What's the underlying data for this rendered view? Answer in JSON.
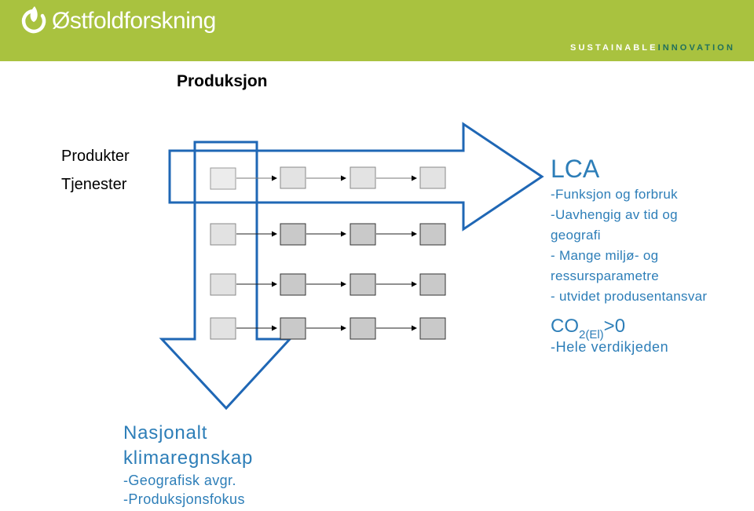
{
  "header": {
    "brand": "Østfoldforskning",
    "tagline_part1": "SUSTAINABLE",
    "tagline_part2": "INNOVATION",
    "logo_icon": "leaf-drop-icon"
  },
  "left": {
    "produksjon": "Produksjon",
    "produkter": "Produkter",
    "tjenester": "Tjenester"
  },
  "lca": {
    "title": "LCA",
    "lines": [
      "-Funksjon og forbruk",
      "-Uavhengig av tid og",
      "geografi",
      "- Mange miljø- og",
      "ressursparametre",
      "- utvidet produsentansvar"
    ]
  },
  "co2": {
    "main": "CO",
    "sub": "2(El)",
    "suffix": ">0",
    "line": "-Hele verdikjeden"
  },
  "nasjonalt": {
    "title1": "Nasjonalt",
    "title2": "klimaregnskap",
    "line1": "-Geografisk avgr.",
    "line2": "-Produksjonsfokus"
  },
  "colors": {
    "header_green": "#a9c23f",
    "arrow_blue": "#1f67b5",
    "text_blue": "#2d7eb8",
    "box_light": "#ececec",
    "box_dark": "#c9c9c9"
  }
}
